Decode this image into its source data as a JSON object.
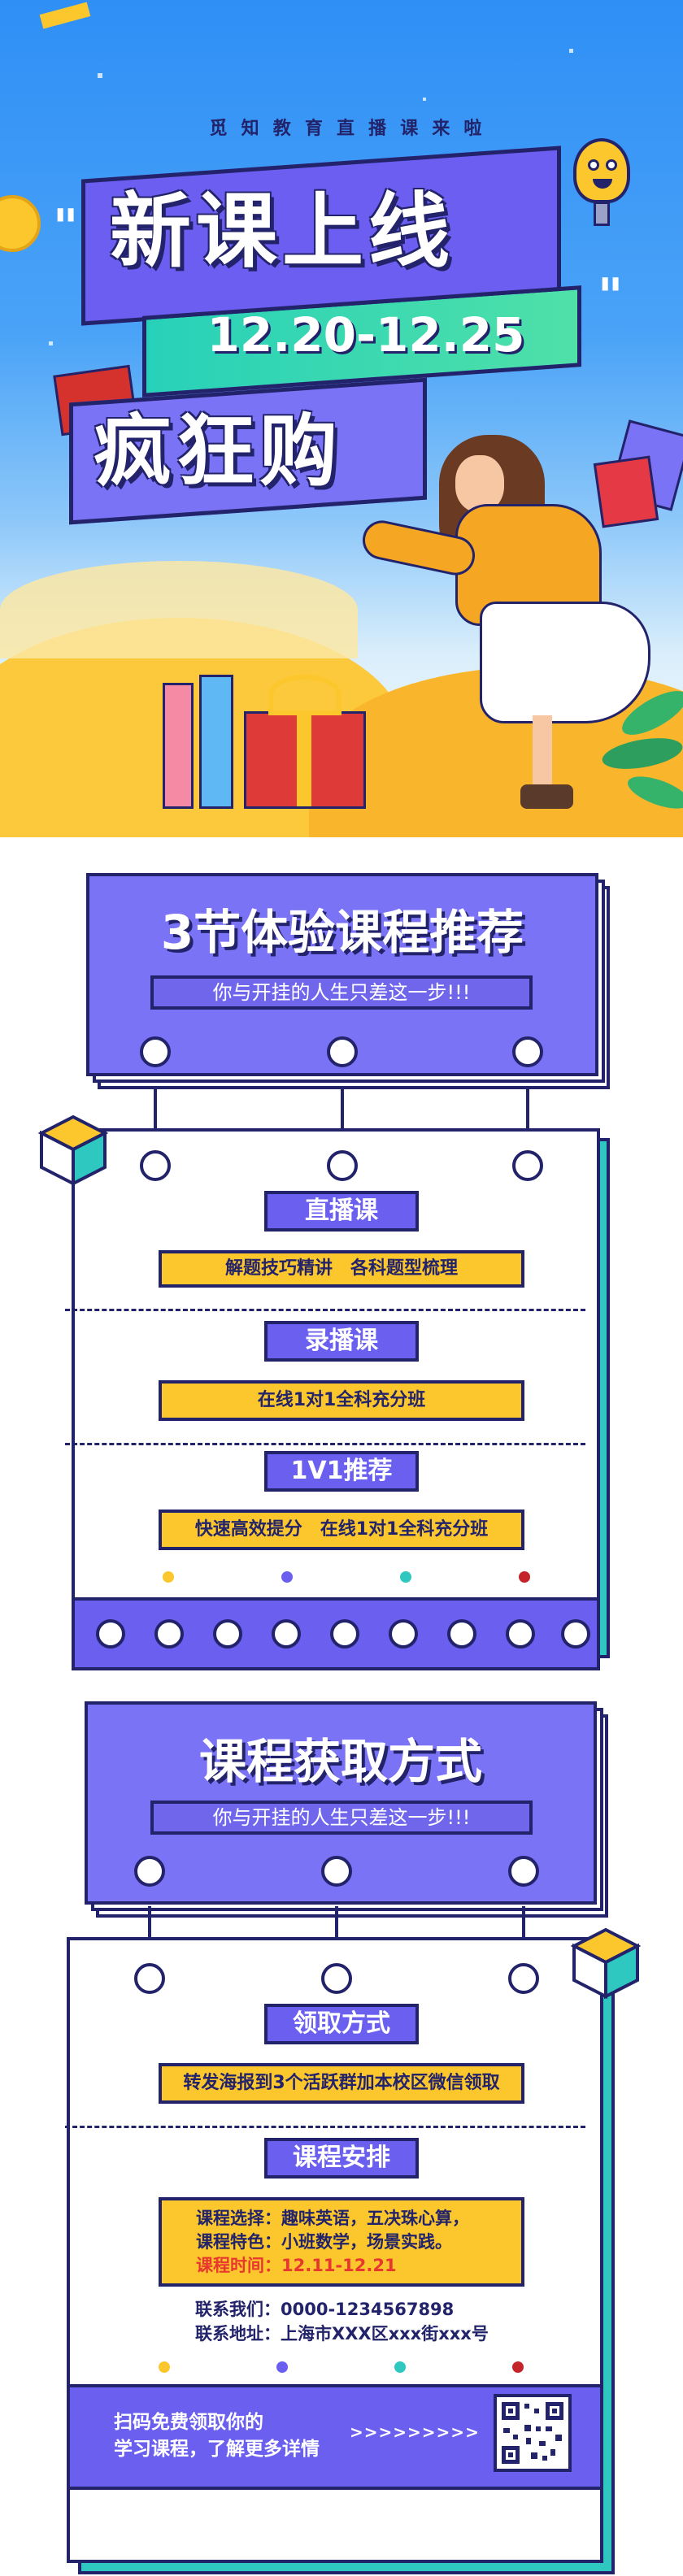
{
  "hero": {
    "slogan": [
      "觅",
      "知",
      "教",
      "育",
      "直",
      "播",
      "课",
      "来",
      "啦"
    ],
    "title": "新课上线",
    "date": "12.20-12.25",
    "subtitle": "疯狂购",
    "quote_open": "\"",
    "quote_close": "\""
  },
  "section1": {
    "title": "3节体验课程推荐",
    "tagline": "你与开挂的人生只差这一步!!!",
    "courses": [
      {
        "name": "直播课",
        "desc": "解题技巧精讲　各科题型梳理"
      },
      {
        "name": "录播课",
        "desc": "在线1对1全科充分班"
      },
      {
        "name": "1V1推荐",
        "desc": "快速高效提分　在线1对1全科充分班"
      }
    ]
  },
  "section2": {
    "title": "课程获取方式",
    "tagline": "你与开挂的人生只差这一步!!!",
    "get_label": "领取方式",
    "get_desc": "转发海报到3个活跃群加本校区微信领取",
    "schedule_label": "课程安排",
    "schedule_lines": [
      "课程选择：趣味英语，五决珠心算，",
      "课程特色：小班数学，场景实践。"
    ],
    "schedule_time": "课程时间：12.11-12.21",
    "contact_phone": "联系我们：0000-1234567898",
    "contact_address": "联系地址：上海市XXX区xxx街xxx号",
    "footer_line1": "扫码免费领取你的",
    "footer_line2": "学习课程，了解更多详情",
    "footer_arrows": ">>>>>>>>>"
  },
  "colors": {
    "navy": "#22236a",
    "purple": "#7b73f5",
    "yellow": "#fcc72c",
    "teal": "#2ec8c0",
    "red_time": "#e8372f"
  },
  "dot_colors": [
    "#fcc72c",
    "#6b5ff0",
    "#2ec8c0",
    "#c4252b"
  ]
}
